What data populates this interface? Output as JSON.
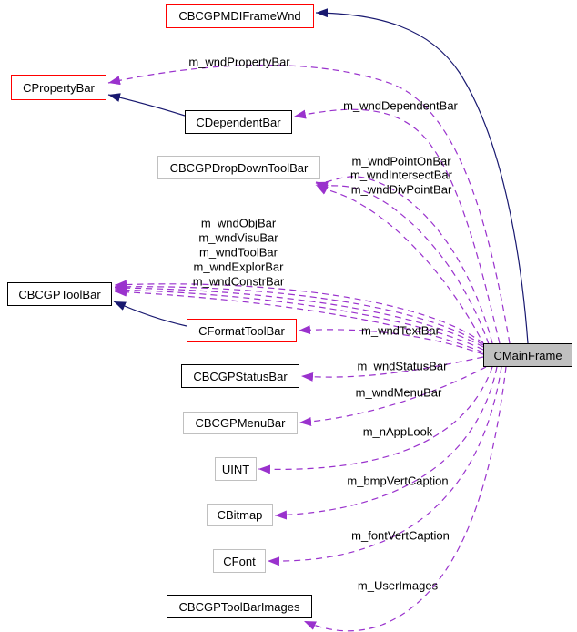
{
  "diagram": {
    "type": "collaboration-diagram",
    "central_class": "CMainFrame"
  },
  "colors": {
    "background": "#ffffff",
    "inheritance_edge": "#191970",
    "usage_edge": "#9a32cd",
    "node_border_red": "#ff0000",
    "node_border_black": "#000000",
    "node_border_gray": "#c0c0c0",
    "main_node_fill": "#c0c0c0",
    "text": "#000000"
  },
  "nodes": [
    {
      "id": "CBCGPMDIFrameWnd",
      "label": "CBCGPMDIFrameWnd",
      "border": "red"
    },
    {
      "id": "CPropertyBar",
      "label": "CPropertyBar",
      "border": "red"
    },
    {
      "id": "CDependentBar",
      "label": "CDependentBar",
      "border": "black"
    },
    {
      "id": "CBCGPDropDownToolBar",
      "label": "CBCGPDropDownToolBar",
      "border": "gray"
    },
    {
      "id": "CBCGPToolBar",
      "label": "CBCGPToolBar",
      "border": "black"
    },
    {
      "id": "CFormatToolBar",
      "label": "CFormatToolBar",
      "border": "red"
    },
    {
      "id": "CBCGPStatusBar",
      "label": "CBCGPStatusBar",
      "border": "black"
    },
    {
      "id": "CBCGPMenuBar",
      "label": "CBCGPMenuBar",
      "border": "gray"
    },
    {
      "id": "UINT",
      "label": "UINT",
      "border": "gray"
    },
    {
      "id": "CBitmap",
      "label": "CBitmap",
      "border": "gray"
    },
    {
      "id": "CFont",
      "label": "CFont",
      "border": "gray"
    },
    {
      "id": "CBCGPToolBarImages",
      "label": "CBCGPToolBarImages",
      "border": "black"
    },
    {
      "id": "CMainFrame",
      "label": "CMainFrame",
      "border": "black",
      "fill": "gray"
    }
  ],
  "edges": [
    {
      "from": "CMainFrame",
      "to": "CBCGPMDIFrameWnd",
      "type": "inheritance",
      "label": ""
    },
    {
      "from": "CDependentBar",
      "to": "CPropertyBar",
      "type": "inheritance",
      "label": ""
    },
    {
      "from": "CFormatToolBar",
      "to": "CBCGPToolBar",
      "type": "inheritance",
      "label": ""
    },
    {
      "from": "CMainFrame",
      "to": "CPropertyBar",
      "type": "usage",
      "label": "m_wndPropertyBar"
    },
    {
      "from": "CMainFrame",
      "to": "CDependentBar",
      "type": "usage",
      "label": "m_wndDependentBar"
    },
    {
      "from": "CMainFrame",
      "to": "CBCGPDropDownToolBar",
      "type": "usage",
      "label": "m_wndPointOnBar"
    },
    {
      "from": "CMainFrame",
      "to": "CBCGPDropDownToolBar",
      "type": "usage",
      "label": "m_wndIntersectBar"
    },
    {
      "from": "CMainFrame",
      "to": "CBCGPDropDownToolBar",
      "type": "usage",
      "label": "m_wndDivPointBar"
    },
    {
      "from": "CMainFrame",
      "to": "CBCGPToolBar",
      "type": "usage",
      "label": "m_wndObjBar"
    },
    {
      "from": "CMainFrame",
      "to": "CBCGPToolBar",
      "type": "usage",
      "label": "m_wndVisuBar"
    },
    {
      "from": "CMainFrame",
      "to": "CBCGPToolBar",
      "type": "usage",
      "label": "m_wndToolBar"
    },
    {
      "from": "CMainFrame",
      "to": "CBCGPToolBar",
      "type": "usage",
      "label": "m_wndExplorBar"
    },
    {
      "from": "CMainFrame",
      "to": "CBCGPToolBar",
      "type": "usage",
      "label": "m_wndConstrBar"
    },
    {
      "from": "CMainFrame",
      "to": "CFormatToolBar",
      "type": "usage",
      "label": "m_wndTextBar"
    },
    {
      "from": "CMainFrame",
      "to": "CBCGPStatusBar",
      "type": "usage",
      "label": "m_wndStatusBar"
    },
    {
      "from": "CMainFrame",
      "to": "CBCGPMenuBar",
      "type": "usage",
      "label": "m_wndMenuBar"
    },
    {
      "from": "CMainFrame",
      "to": "UINT",
      "type": "usage",
      "label": "m_nAppLook"
    },
    {
      "from": "CMainFrame",
      "to": "CBitmap",
      "type": "usage",
      "label": "m_bmpVertCaption"
    },
    {
      "from": "CMainFrame",
      "to": "CFont",
      "type": "usage",
      "label": "m_fontVertCaption"
    },
    {
      "from": "CMainFrame",
      "to": "CBCGPToolBarImages",
      "type": "usage",
      "label": "m_UserImages"
    }
  ]
}
